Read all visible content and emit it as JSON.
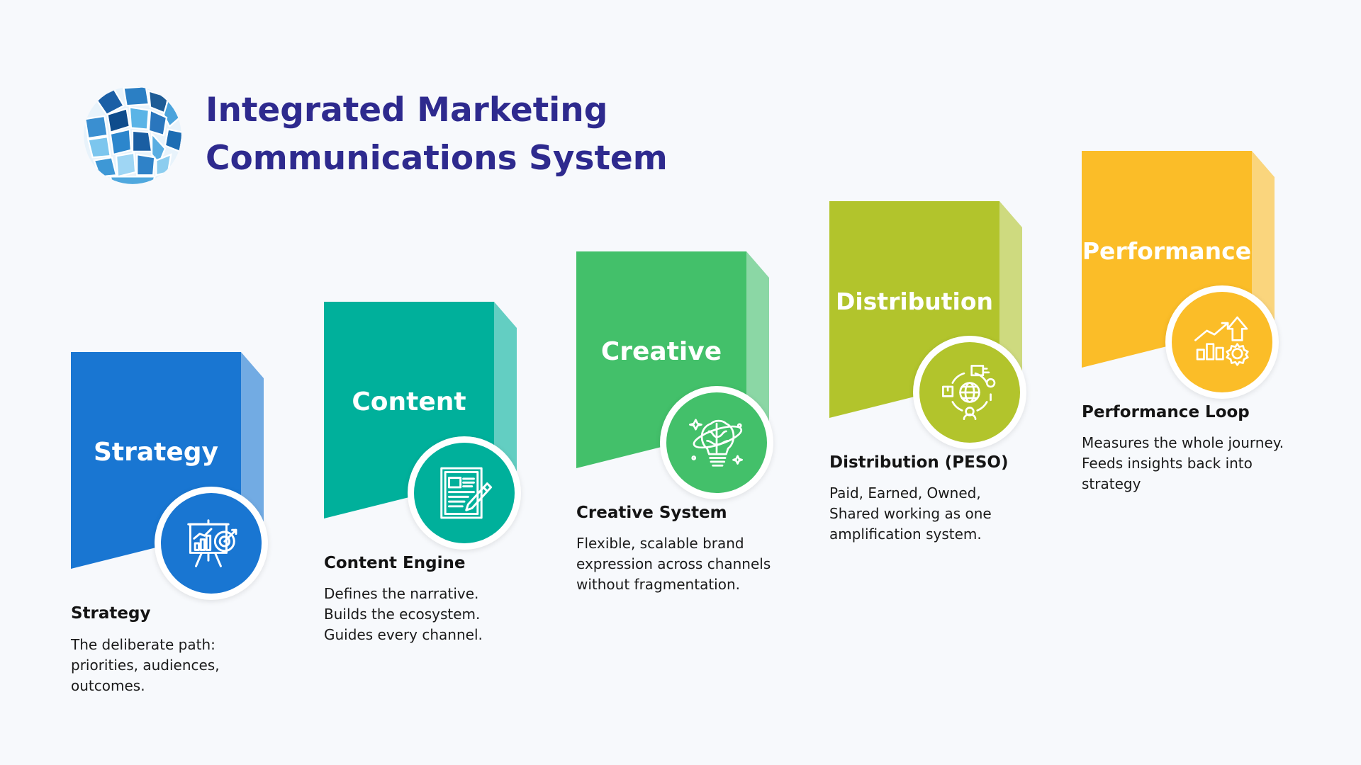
{
  "header": {
    "title": "Integrated Marketing Communications System"
  },
  "colors": {
    "title": "#2e2a8e",
    "background": "#f7f9fc",
    "strategy": "#1976d2",
    "content": "#00b09b",
    "creative": "#43c06a",
    "distribution": "#b2c42c",
    "performance": "#fbbd28"
  },
  "steps": [
    {
      "band_label": "Strategy",
      "icon": "presentation-target-icon",
      "heading": "Strategy",
      "description": "The deliberate path: priorities, audiences, outcomes."
    },
    {
      "band_label": "Content",
      "icon": "document-pencil-icon",
      "heading": "Content Engine",
      "description": "Defines the narrative. Builds the ecosystem. Guides every channel."
    },
    {
      "band_label": "Creative",
      "icon": "brain-lightbulb-icon",
      "heading": "Creative System",
      "description": "Flexible, scalable brand expression across channels without fragmentation."
    },
    {
      "band_label": "Distribution",
      "icon": "globe-network-icon",
      "heading": "Distribution (PESO)",
      "description": "Paid, Earned, Owned, Shared working as one amplification system."
    },
    {
      "band_label": "Performance",
      "icon": "growth-chart-gear-icon",
      "heading": "Performance Loop",
      "description": "Measures the whole journey. Feeds insights back into strategy"
    }
  ]
}
